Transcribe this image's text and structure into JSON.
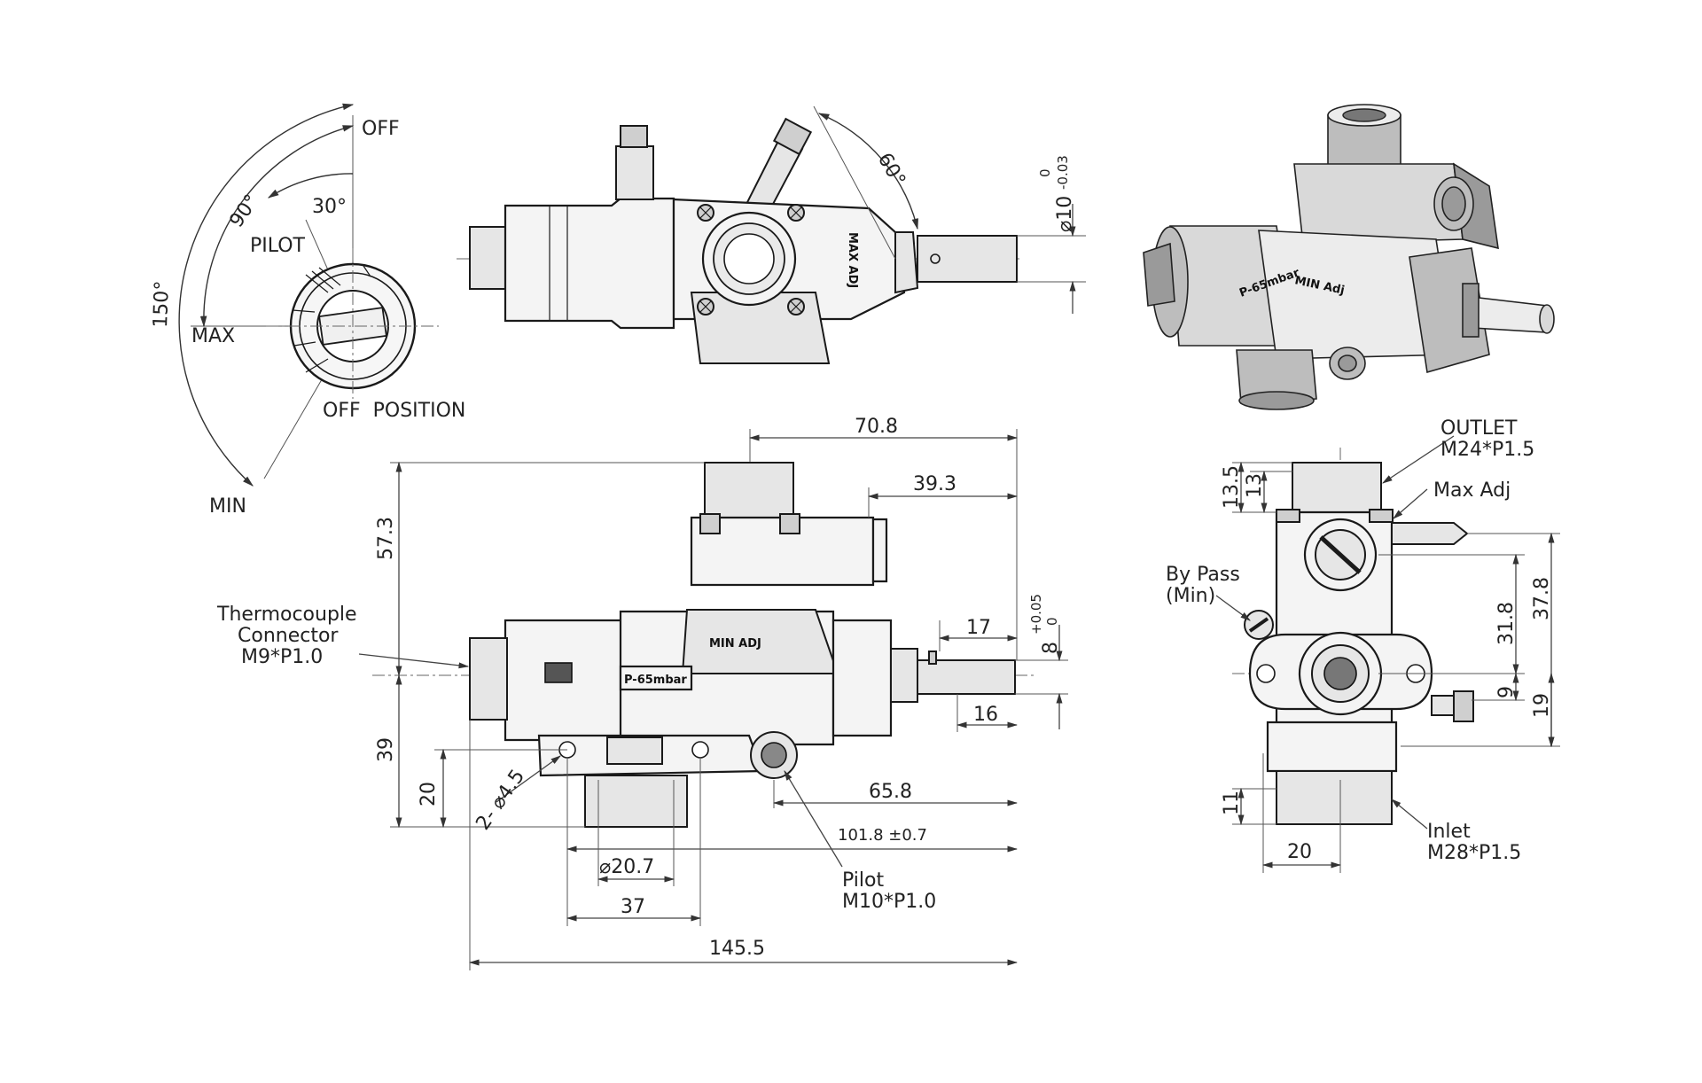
{
  "knob_diagram": {
    "off": "OFF",
    "pilot": "PILOT",
    "max": "MAX",
    "min": "MIN",
    "off_position": "OFF  POSITION",
    "angle_30": "30°",
    "angle_90": "90°",
    "angle_150": "150°"
  },
  "top_view": {
    "angle_60": "60°",
    "shaft_diameter": "⌀10",
    "tol_upper": "0",
    "tol_lower": "-0.03",
    "max_adj_label": "MAX ADJ"
  },
  "front_view": {
    "dim_70_8": "70.8",
    "dim_39_3": "39.3",
    "dim_57_3": "57.3",
    "dim_8": "8",
    "dim_8_tol_upper": "+0.05",
    "dim_8_tol_lower": "0",
    "dim_17": "17",
    "dim_16": "16",
    "dim_39": "39",
    "dim_20": "20",
    "dim_holes": "2- ⌀4.5",
    "dim_65_8": "65.8",
    "dim_101_8": "101.8 ±0.7",
    "dim_d20_7": "⌀20.7",
    "dim_37": "37",
    "dim_145_5": "145.5",
    "thermocouple_line1": "Thermocouple",
    "thermocouple_line2": "Connector",
    "thermocouple_line3": "M9*P1.0",
    "pilot_line1": "Pilot",
    "pilot_line2": "M10*P1.0",
    "min_adj_label": "MIN ADJ",
    "pressure_label": "P-65mbar"
  },
  "side_view": {
    "outlet_line1": "OUTLET",
    "outlet_line2": "M24*P1.5",
    "max_adj": "Max Adj",
    "bypass_line1": "By Pass",
    "bypass_line2": "(Min)",
    "dim_13_5": "13.5",
    "dim_13": "13",
    "dim_31_8": "31.8",
    "dim_37_8": "37.8",
    "dim_9": "9",
    "dim_19": "19",
    "dim_11": "11",
    "dim_20": "20",
    "inlet_line1": "Inlet",
    "inlet_line2": "M28*P1.5"
  },
  "iso_view": {
    "min_adj_label": "MIN Adj",
    "pressure_label": "P-65mbar"
  }
}
